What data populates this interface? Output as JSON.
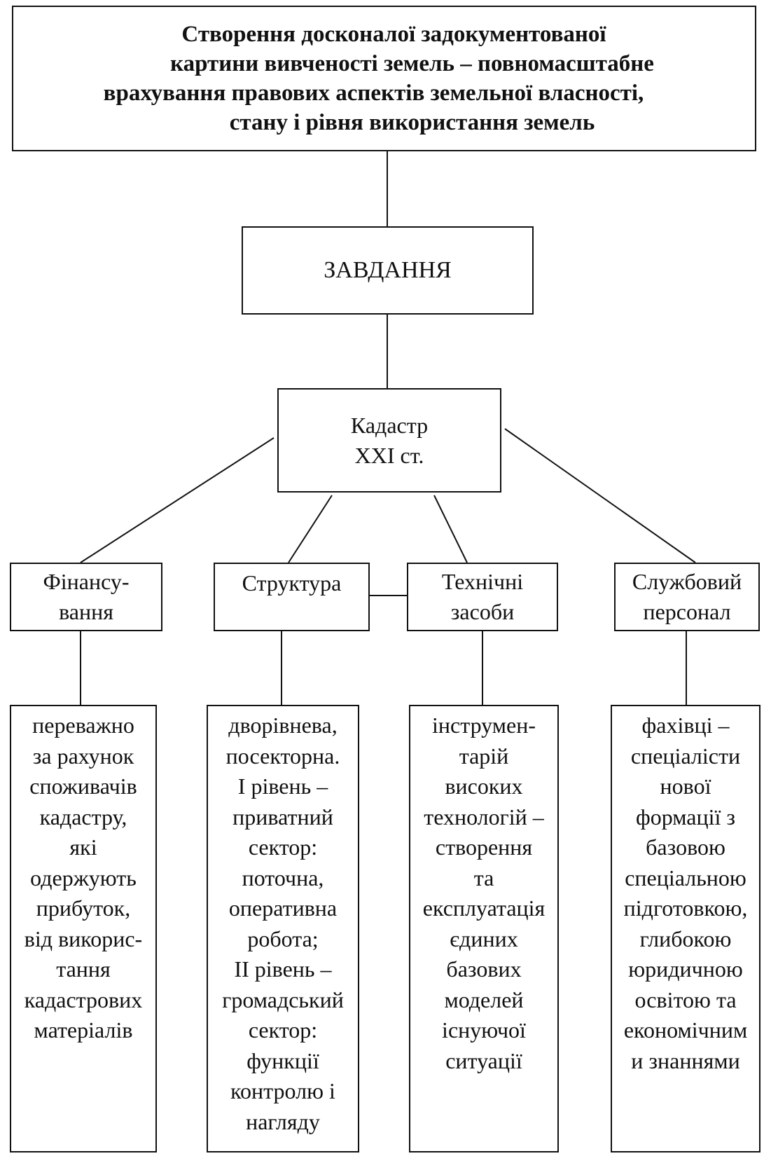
{
  "diagram": {
    "goal": {
      "lines": [
        "Створення досконалої задокументованої",
        "картини вивченості земель – повномасштабне",
        "врахування правових аспектів земельної власності,",
        "стану і рівня використання земель"
      ]
    },
    "task": {
      "label": "ЗАВДАННЯ"
    },
    "cadastre": {
      "lines": [
        "Кадастр",
        "XXI ст."
      ]
    },
    "categories": [
      {
        "lines": [
          "Фінансу-",
          "вання"
        ]
      },
      {
        "lines": [
          "Структура"
        ]
      },
      {
        "lines": [
          "Технічні",
          "засоби"
        ]
      },
      {
        "lines": [
          "Службовий",
          "персонал"
        ]
      }
    ],
    "details": [
      {
        "lines": [
          "переважно",
          "за рахунок",
          "споживачів",
          "кадастру,",
          "які",
          "одержують",
          "прибуток,",
          "від викорис-",
          "тання",
          "кадастрових",
          "матеріалів"
        ]
      },
      {
        "lines": [
          "дворівнева,",
          "посекторна.",
          "I рівень –",
          "приватний",
          "сектор:",
          "поточна,",
          "оперативна",
          "робота;",
          "II рівень –",
          "громадський",
          "сектор:",
          "функції",
          "контролю і",
          "нагляду"
        ]
      },
      {
        "lines": [
          "інструмен-",
          "тарій",
          "високих",
          "технологій –",
          "створення",
          "та",
          "експлуатація",
          "єдиних",
          "базових",
          "моделей",
          "існуючої",
          "ситуації"
        ]
      },
      {
        "lines": [
          "фахівці –",
          "спеціалісти",
          "нової",
          "формації з",
          "базовою",
          "спеціальною",
          "підготовкою,",
          "глибокою",
          "юридичною",
          "освітою та",
          "економічним",
          "и знаннями"
        ]
      }
    ]
  }
}
